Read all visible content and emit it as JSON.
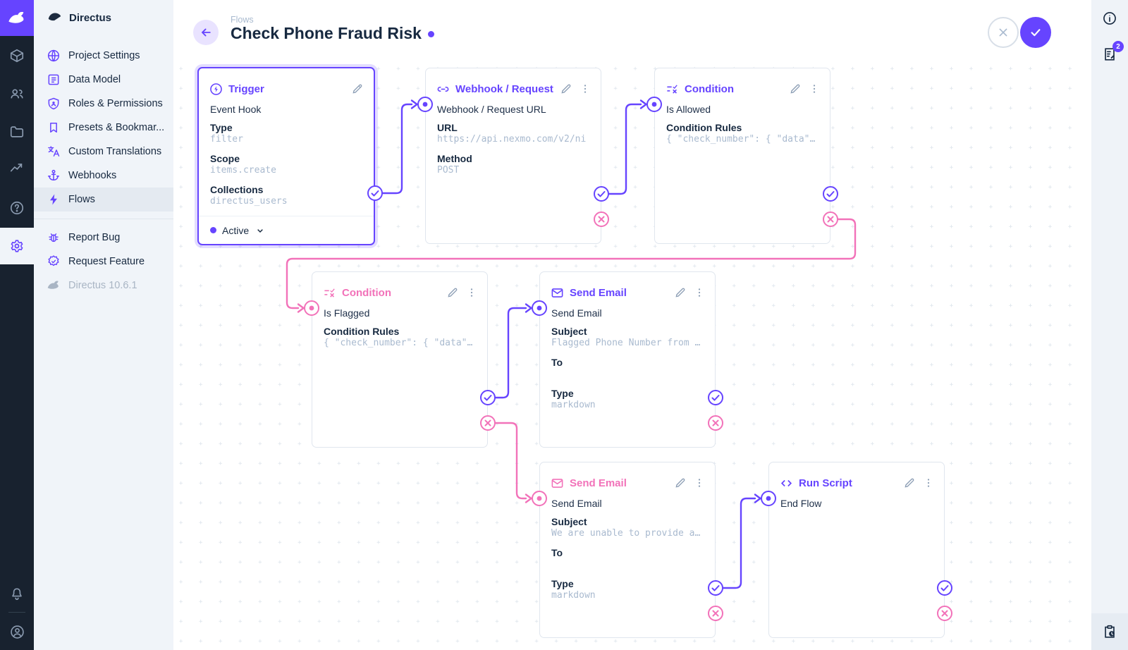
{
  "colors": {
    "primary": "#6644ff",
    "secondary": "#f272b9",
    "module_bg": "#18222f"
  },
  "brand": {
    "name": "Directus",
    "version": "Directus 10.6.1"
  },
  "header": {
    "breadcrumb": "Flows",
    "title": "Check Phone Fraud Risk"
  },
  "sidebar": {
    "items": [
      {
        "label": "Project Settings"
      },
      {
        "label": "Data Model"
      },
      {
        "label": "Roles & Permissions"
      },
      {
        "label": "Presets & Bookmar..."
      },
      {
        "label": "Custom Translations"
      },
      {
        "label": "Webhooks"
      },
      {
        "label": "Flows",
        "active": true
      }
    ],
    "footer_items": [
      {
        "label": "Report Bug"
      },
      {
        "label": "Request Feature"
      }
    ]
  },
  "right_sidebar": {
    "notifications_badge": "2"
  },
  "canvas": {
    "cards": [
      {
        "id": "trigger",
        "title": "Trigger",
        "status": "Active",
        "fields": [
          {
            "kind": "text",
            "text": "Event Hook"
          },
          {
            "kind": "label",
            "text": "Type"
          },
          {
            "kind": "value",
            "text": "filter"
          },
          {
            "kind": "label",
            "text": "Scope"
          },
          {
            "kind": "value",
            "text": "items.create"
          },
          {
            "kind": "label",
            "text": "Collections"
          },
          {
            "kind": "value",
            "text": "directus_users"
          }
        ]
      },
      {
        "id": "webhook",
        "title": "Webhook / Request URL",
        "fields": [
          {
            "kind": "text",
            "text": "Webhook / Request URL"
          },
          {
            "kind": "label",
            "text": "URL"
          },
          {
            "kind": "value",
            "text": "https://api.nexmo.com/v2/ni"
          },
          {
            "kind": "label",
            "text": "Method"
          },
          {
            "kind": "value",
            "text": "POST"
          }
        ]
      },
      {
        "id": "condition-allowed",
        "title": "Condition",
        "fields": [
          {
            "kind": "text",
            "text": "Is Allowed"
          },
          {
            "kind": "label",
            "text": "Condition Rules"
          },
          {
            "kind": "value",
            "text": "{ \"check_number\": { \"data\"…"
          }
        ]
      },
      {
        "id": "condition-flagged",
        "title": "Condition",
        "fields": [
          {
            "kind": "text",
            "text": "Is Flagged"
          },
          {
            "kind": "label",
            "text": "Condition Rules"
          },
          {
            "kind": "value",
            "text": "{ \"check_number\": { \"data\"…"
          }
        ]
      },
      {
        "id": "send-email-flagged",
        "title": "Send Email",
        "fields": [
          {
            "kind": "text",
            "text": "Send Email"
          },
          {
            "kind": "label",
            "text": "Subject"
          },
          {
            "kind": "value",
            "text": "Flagged Phone Number from …"
          },
          {
            "kind": "label",
            "text": "To"
          },
          {
            "kind": "value",
            "text": ""
          },
          {
            "kind": "label",
            "text": "Type"
          },
          {
            "kind": "value",
            "text": "markdown"
          }
        ]
      },
      {
        "id": "send-email-unable",
        "title": "Send Email",
        "fields": [
          {
            "kind": "text",
            "text": "Send Email"
          },
          {
            "kind": "label",
            "text": "Subject"
          },
          {
            "kind": "value",
            "text": "We are unable to provide a…"
          },
          {
            "kind": "label",
            "text": "To"
          },
          {
            "kind": "value",
            "text": ""
          },
          {
            "kind": "label",
            "text": "Type"
          },
          {
            "kind": "value",
            "text": "markdown"
          }
        ]
      },
      {
        "id": "run-script",
        "title": "Run Script",
        "fields": [
          {
            "kind": "text",
            "text": "End Flow"
          }
        ]
      }
    ]
  }
}
